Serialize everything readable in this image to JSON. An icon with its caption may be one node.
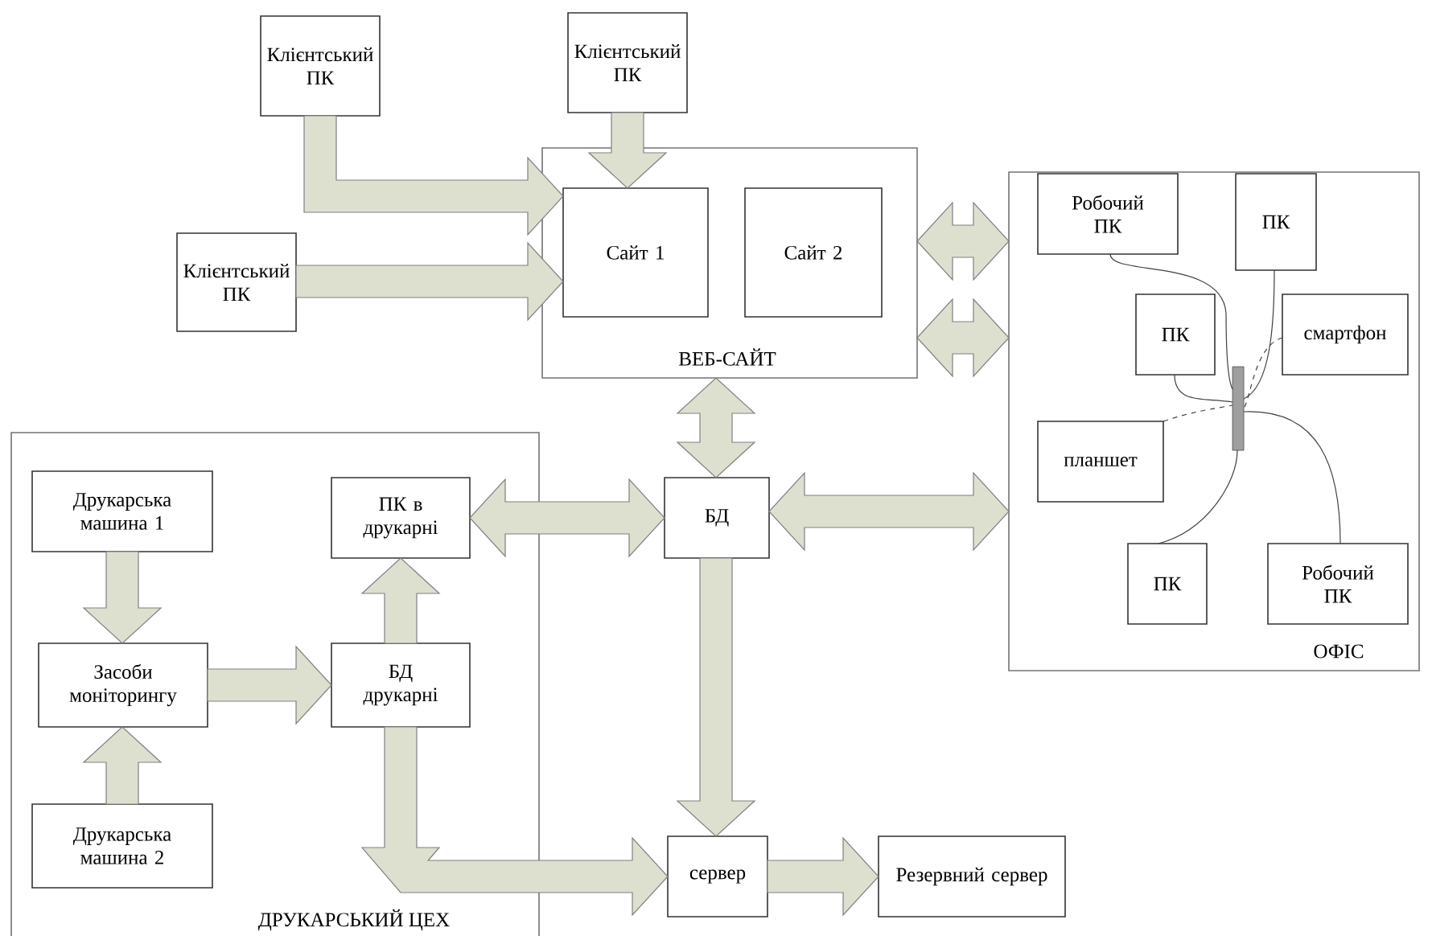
{
  "diagram": {
    "nodes": [
      {
        "text": [
          "ВЕБ-САЙТ"
        ]
      },
      {
        "text": [
          "Сайт 1"
        ],
        "in": 0
      },
      {
        "text": [
          "Сайт 2"
        ],
        "in": 0
      },
      {
        "text": [
          "Клієнтський ПК"
        ]
      },
      {
        "text": [
          "Клієнтський ПК"
        ]
      },
      {
        "text": [
          "Клієнтський ПК"
        ]
      },
      {
        "text": [
          "ОФІС"
        ]
      },
      {
        "text": [
          "Робочий ПК"
        ],
        "in": 6
      },
      {
        "text": [
          "ПК"
        ],
        "in": 6
      },
      {
        "text": [
          "ПК"
        ],
        "in": 6
      },
      {
        "text": [
          "смартфон"
        ],
        "in": 6
      },
      {
        "text": [
          "планшет"
        ],
        "in": 6
      },
      {
        "text": [],
        "shape": "bar",
        "in": 6
      },
      {
        "text": [
          "ПК"
        ],
        "in": 6
      },
      {
        "text": [
          "Робочий ПК"
        ],
        "in": 6
      },
      {
        "text": [
          "ДРУКАРСЬКИЙ ЦЕХ"
        ]
      },
      {
        "text": [
          "Друкарська машина 1"
        ],
        "in": 15
      },
      {
        "text": [
          "Засоби моніторингу"
        ],
        "in": 15
      },
      {
        "text": [
          "Друкарська машина 2"
        ],
        "in": 15
      },
      {
        "text": [
          "ПК в друкарні"
        ],
        "in": 15
      },
      {
        "text": [
          "БД друкарні"
        ],
        "in": 15
      },
      {
        "text": [
          "БД"
        ]
      },
      {
        "text": [
          "сервер"
        ]
      },
      {
        "text": [
          "Резервний сервер"
        ]
      }
    ],
    "edges": [
      {
        "from": 3,
        "to": 1,
        "arrow": "to"
      },
      {
        "from": 4,
        "to": 1,
        "arrow": "to"
      },
      {
        "from": 5,
        "to": 1,
        "arrow": "to"
      },
      {
        "from": 0,
        "to": 6,
        "arrow": "both"
      },
      {
        "from": 0,
        "to": 6,
        "arrow": "both"
      },
      {
        "from": 0,
        "to": 21,
        "arrow": "both"
      },
      {
        "from": 19,
        "to": 21,
        "arrow": "both"
      },
      {
        "from": 21,
        "to": 6,
        "arrow": "both"
      },
      {
        "from": 21,
        "to": 22,
        "arrow": "to"
      },
      {
        "from": 22,
        "to": 23,
        "arrow": "to"
      },
      {
        "from": 16,
        "to": 17,
        "arrow": "to"
      },
      {
        "from": 18,
        "to": 17,
        "arrow": "to"
      },
      {
        "from": 17,
        "to": 20,
        "arrow": "to"
      },
      {
        "from": 20,
        "to": 19,
        "arrow": "to"
      },
      {
        "from": 20,
        "to": 22,
        "arrow": "to"
      },
      {
        "from": 7,
        "to": 12,
        "arrow": "none"
      },
      {
        "from": 8,
        "to": 12,
        "arrow": "none"
      },
      {
        "from": 9,
        "to": 12,
        "arrow": "none"
      },
      {
        "from": 10,
        "to": 12,
        "arrow": "none",
        "style": "dashed"
      },
      {
        "from": 11,
        "to": 12,
        "arrow": "none",
        "style": "dashed"
      },
      {
        "from": 13,
        "to": 12,
        "arrow": "none"
      },
      {
        "from": 14,
        "to": 12,
        "arrow": "none"
      }
    ]
  }
}
